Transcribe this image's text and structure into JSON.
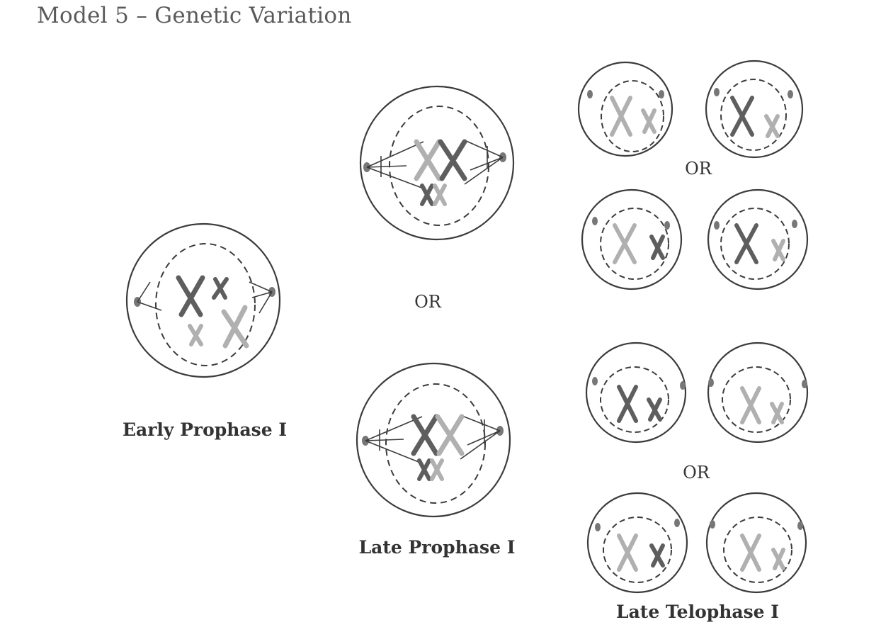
{
  "title": "Model 5 – Genetic Variation",
  "labels": {
    "early_prophase": "Early Prophase I",
    "late_prophase": "Late Prophase I",
    "late_telophase": "Late Telophase I",
    "or_middle": "OR",
    "or_top_right": "OR",
    "or_bottom_right": "OR"
  },
  "colors": {
    "dark_chromosome": "#5e5e5e",
    "light_chromosome": "#b0b0b0",
    "outline": "#3c3c3c",
    "centrosome": "#777777"
  }
}
